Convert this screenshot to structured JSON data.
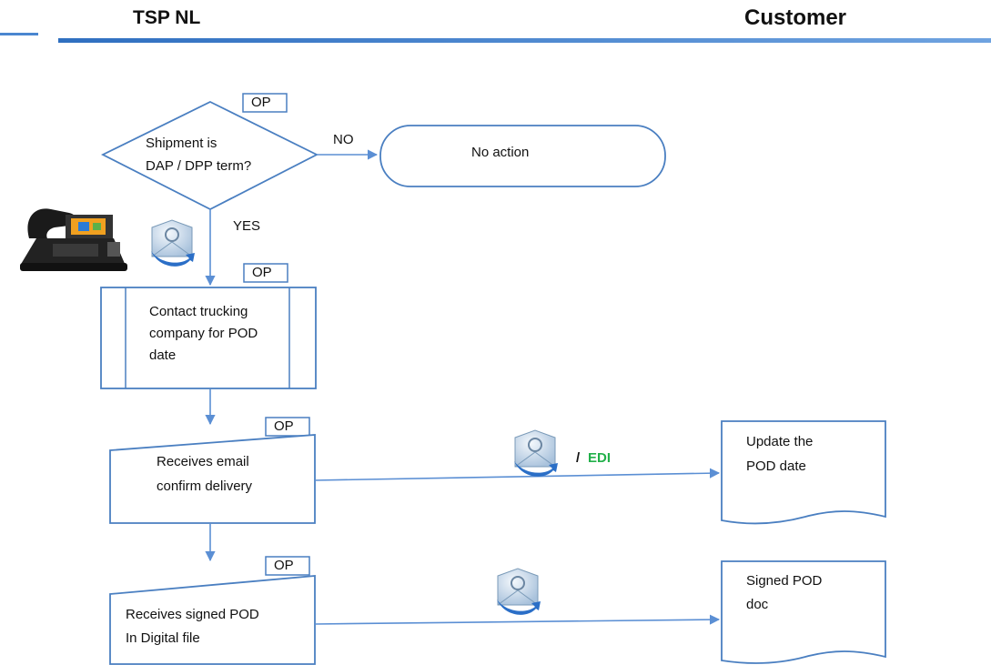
{
  "lanes": {
    "left": "TSP NL",
    "right": "Customer"
  },
  "op_tag": "OP",
  "decision": {
    "line1": "Shipment is",
    "line2": "DAP / DPP term?"
  },
  "edges": {
    "no": "NO",
    "yes": "YES",
    "edi_sep": "/",
    "edi": "EDI"
  },
  "terminal": {
    "label": "No action"
  },
  "process_contact": {
    "line1": "Contact trucking",
    "line2": "company for POD",
    "line3": "date"
  },
  "process_email": {
    "line1": "Receives email",
    "line2": "confirm delivery"
  },
  "process_pod": {
    "line1": "Receives signed  POD",
    "line2": "In Digital  file"
  },
  "doc_update": {
    "line1": "Update the",
    "line2": "POD date"
  },
  "doc_signed": {
    "line1": "Signed POD",
    "line2": "doc"
  },
  "icons": [
    "phone-icon",
    "email-icon",
    "email-icon",
    "email-icon"
  ],
  "colors": {
    "connector": "#5b8fd4",
    "shape_stroke": "#4a7fc1",
    "edi_green": "#22b04a",
    "header_line": "#4a86d0"
  }
}
